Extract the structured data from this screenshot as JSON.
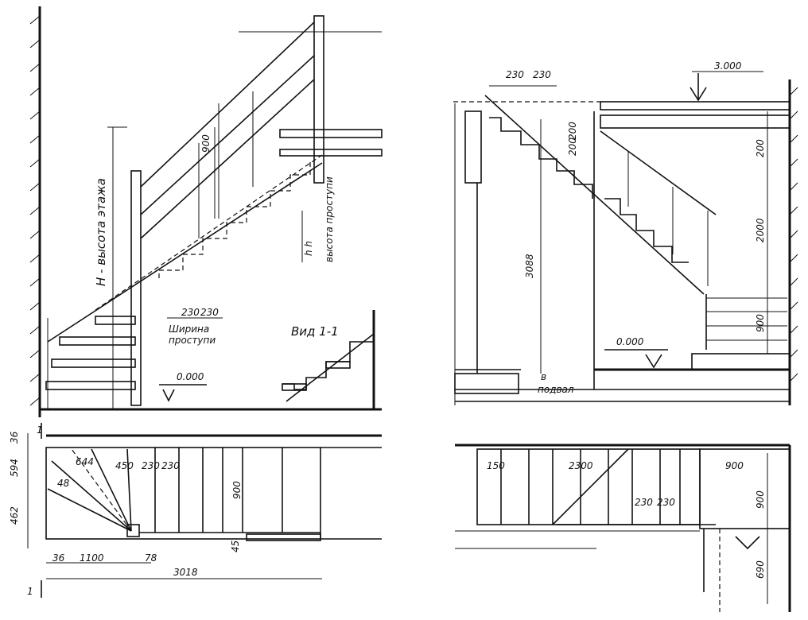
{
  "left_section": {
    "floor_height_label": "H - высота этажа",
    "riser_label": "h  h",
    "riser_label_caption": "высота проступи",
    "railing_height": "900",
    "tread_dims": [
      "230",
      "230"
    ],
    "tread_width_caption_1": "Ширина",
    "tread_width_caption_2": "проступи",
    "view_label": "Вид 1-1",
    "floor_level": "0.000"
  },
  "right_section": {
    "top_level": "3.000",
    "tread_dims": [
      "230",
      "230"
    ],
    "riser_dims": [
      "200",
      "200"
    ],
    "height_total": "3088",
    "height_200": "200",
    "height_2000": "2000",
    "railing_height": "900",
    "floor_level": "0.000",
    "basement_caption_1": "в",
    "basement_caption_2": "подвал"
  },
  "left_plan": {
    "section_mark": "1",
    "dim_36_top": "36",
    "dim_594": "594",
    "dim_462": "462",
    "dim_644": "644",
    "dim_48": "48",
    "dim_450": "450",
    "dim_230a": "230",
    "dim_230b": "230",
    "dim_900": "900",
    "dim_45": "45",
    "dim_36_bottom": "36",
    "dim_1100": "1100",
    "dim_78": "78",
    "dim_3018": "3018"
  },
  "right_plan": {
    "dim_150": "150",
    "dim_2300": "2300",
    "dim_900_top": "900",
    "dim_230a": "230",
    "dim_230b": "230",
    "dim_900_side": "900",
    "dim_690": "690"
  }
}
